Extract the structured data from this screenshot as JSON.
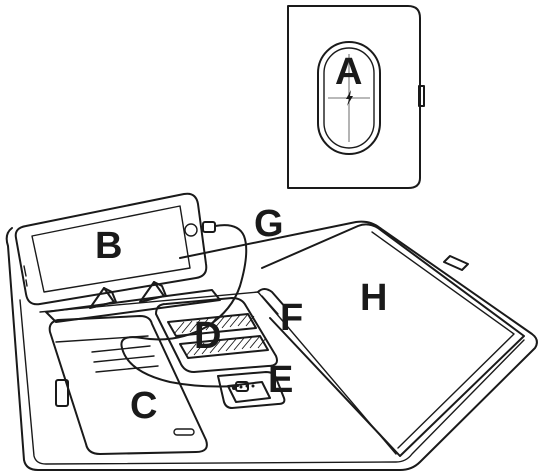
{
  "labels": {
    "a": "A",
    "b": "B",
    "c": "C",
    "d": "D",
    "e": "E",
    "f": "F",
    "g": "G",
    "h": "H"
  },
  "icons": {
    "charging_symbol": "lightning-bolt-icon"
  }
}
